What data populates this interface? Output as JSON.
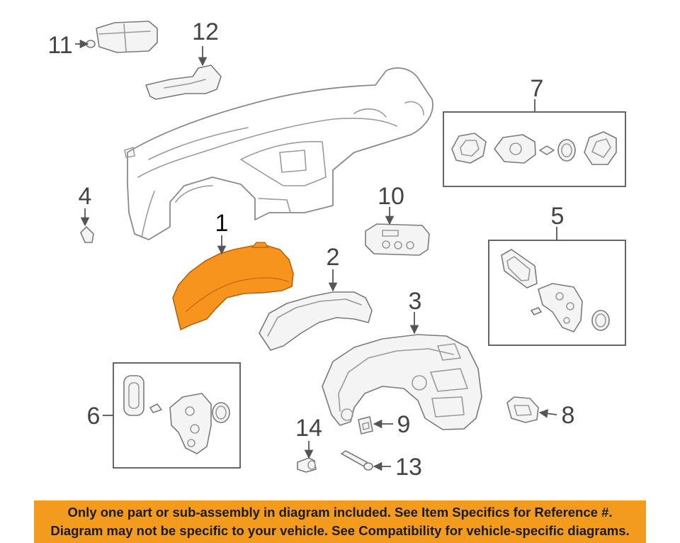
{
  "callouts": [
    "1",
    "2",
    "3",
    "4",
    "5",
    "6",
    "7",
    "8",
    "9",
    "10",
    "11",
    "12",
    "13",
    "14"
  ],
  "colors": {
    "highlight": "#f7941d",
    "banner": "#f29b1d",
    "line": "#9a9a9a"
  },
  "banner": {
    "line1": "Only one part or sub-assembly in diagram included. See Item Specifics for Reference #.",
    "line2": "Diagram may not be specific to your vehicle. See Compatibility for vehicle-specific diagrams."
  }
}
